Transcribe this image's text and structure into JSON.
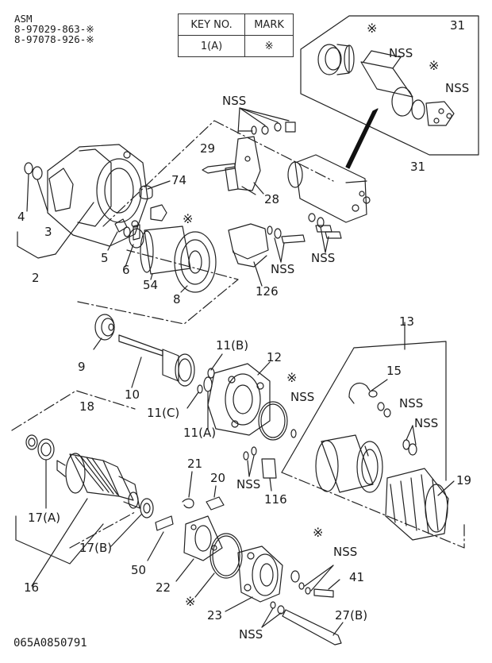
{
  "header": {
    "line1": "ASM",
    "line2": "8-97029-863-※",
    "line3": "8-97078-926-※"
  },
  "key_table": {
    "col1_header": "KEY NO.",
    "col2_header": "MARK",
    "row_key": "1(A)",
    "row_mark": "※"
  },
  "labels": {
    "p31_top": "31",
    "nss_top1": "NSS",
    "nss_top2": "NSS",
    "star_top1": "※",
    "star_top2": "※",
    "nss_a": "NSS",
    "p29": "29",
    "p74": "74",
    "p31_mid": "31",
    "p28": "28",
    "star_mid": "※",
    "p4": "4",
    "p3": "3",
    "p5": "5",
    "p6": "6",
    "p2": "2",
    "p54": "54",
    "p8": "8",
    "nss_b": "NSS",
    "nss_c": "NSS",
    "p126": "126",
    "p13": "13",
    "p11b": "11(B)",
    "p12": "12",
    "p9": "9",
    "p15": "15",
    "star_12": "※",
    "nss_d": "NSS",
    "nss_e": "NSS",
    "p10": "10",
    "p11c": "11(C)",
    "nss_f": "NSS",
    "p11a": "11(A)",
    "p18": "18",
    "p21": "21",
    "p19": "19",
    "p20": "20",
    "nss_g": "NSS",
    "p116": "116",
    "p17a": "17(A)",
    "star_lower": "※",
    "p17b": "17(B)",
    "nss_h": "NSS",
    "p50": "50",
    "p41": "41",
    "p22": "22",
    "p16": "16",
    "star_bottom": "※",
    "p23": "23",
    "p27b": "27(B)",
    "nss_i": "NSS",
    "footer_code": "065A0850791"
  }
}
